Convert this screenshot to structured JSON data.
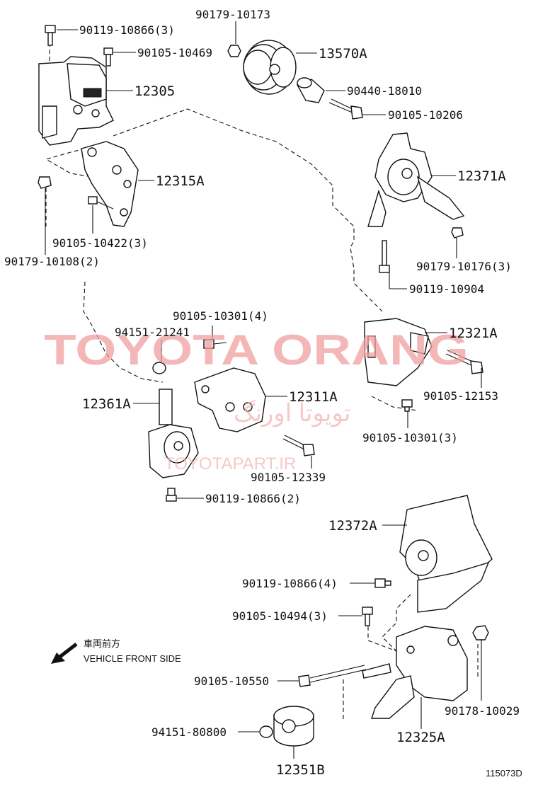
{
  "labels": {
    "l_90119_10866_3": "90119-10866(3)",
    "l_90179_10173": "90179-10173",
    "l_90105_10469": "90105-10469",
    "l_13570A": "13570A",
    "l_12305": "12305",
    "l_90440_18010": "90440-18010",
    "l_90105_10206": "90105-10206",
    "l_12315A": "12315A",
    "l_12371A": "12371A",
    "l_90105_10422_3": "90105-10422(3)",
    "l_90179_10108_2": "90179-10108(2)",
    "l_90179_10176_3": "90179-10176(3)",
    "l_90119_10904": "90119-10904",
    "l_90105_10301_4": "90105-10301(4)",
    "l_94151_21241": "94151-21241",
    "l_12321A": "12321A",
    "l_12311A": "12311A",
    "l_12361A": "12361A",
    "l_90105_12153": "90105-12153",
    "l_90105_10301_3": "90105-10301(3)",
    "l_90105_12339": "90105-12339",
    "l_90119_10866_2": "90119-10866(2)",
    "l_12372A": "12372A",
    "l_90119_10866_4": "90119-10866(4)",
    "l_90105_10494_3": "90105-10494(3)",
    "l_vehicle_jp": "車両前方",
    "l_vehicle_en": "VEHICLE FRONT SIDE",
    "l_90105_10550": "90105-10550",
    "l_90178_10029": "90178-10029",
    "l_94151_80800": "94151-80800",
    "l_12325A": "12325A",
    "l_12351B": "12351B",
    "l_diagram_id": "115073D"
  },
  "watermark": {
    "main": "TOYOTA ORANG",
    "farsi": "تویوتا اورنگ",
    "url": "TOYOTAPART.IR"
  },
  "colors": {
    "line": "#111111",
    "watermark": "#f0a0a0"
  }
}
